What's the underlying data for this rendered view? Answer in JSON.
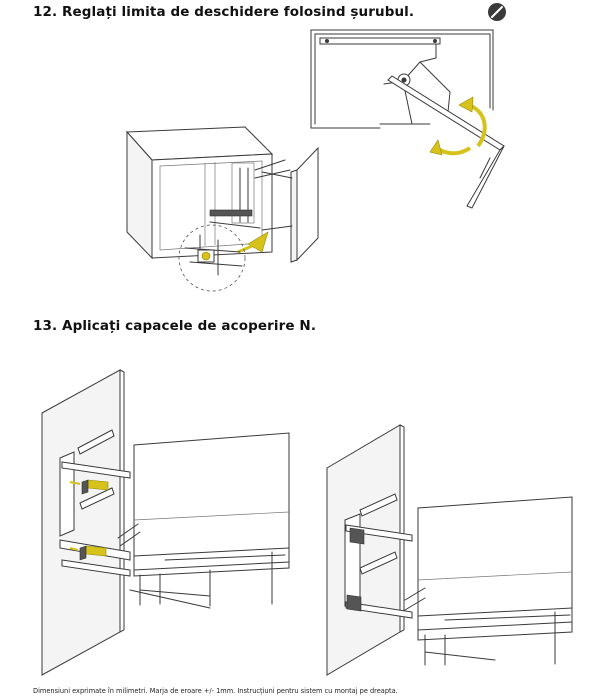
{
  "step12": {
    "title": "12. Reglați limita de deschidere folosind șurubul."
  },
  "step13": {
    "title": "13. Aplicați capacele de acoperire N."
  },
  "footer": {
    "text": "Dimensiuni exprimate în milimetri. Marja de eroare +/- 1mm. Instrucțiuni pentru sistem cu montaj pe dreapta."
  },
  "icons": {
    "tool": "screwdriver-icon"
  },
  "colors": {
    "accent_yellow": "#d6c21a",
    "tool_icon": "#3a3a3a",
    "line": "#3a3a3a"
  }
}
